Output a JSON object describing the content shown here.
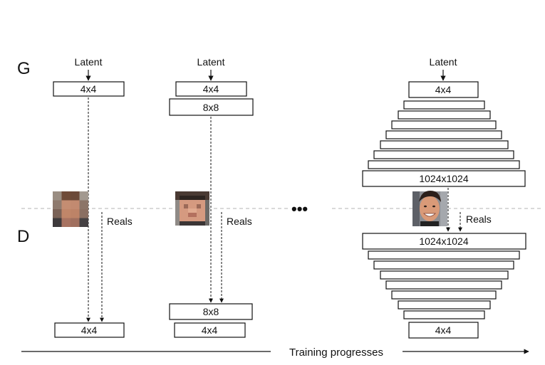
{
  "generator_label": "G",
  "discriminator_label": "D",
  "latent_label": "Latent",
  "reals_label": "Reals",
  "ellipsis": "•••",
  "progress_label": "Training progresses",
  "stage1": {
    "g_box": "4x4",
    "d_box": "4x4"
  },
  "stage2": {
    "g_boxes": [
      "4x4",
      "8x8"
    ],
    "d_boxes": [
      "8x8",
      "4x4"
    ]
  },
  "stage3": {
    "g_top": "4x4",
    "g_bottom": "1024x1024",
    "d_top": "1024x1024",
    "d_bottom": "4x4"
  },
  "colors": {
    "line": "#111111",
    "divider": "#b5b5b5"
  }
}
